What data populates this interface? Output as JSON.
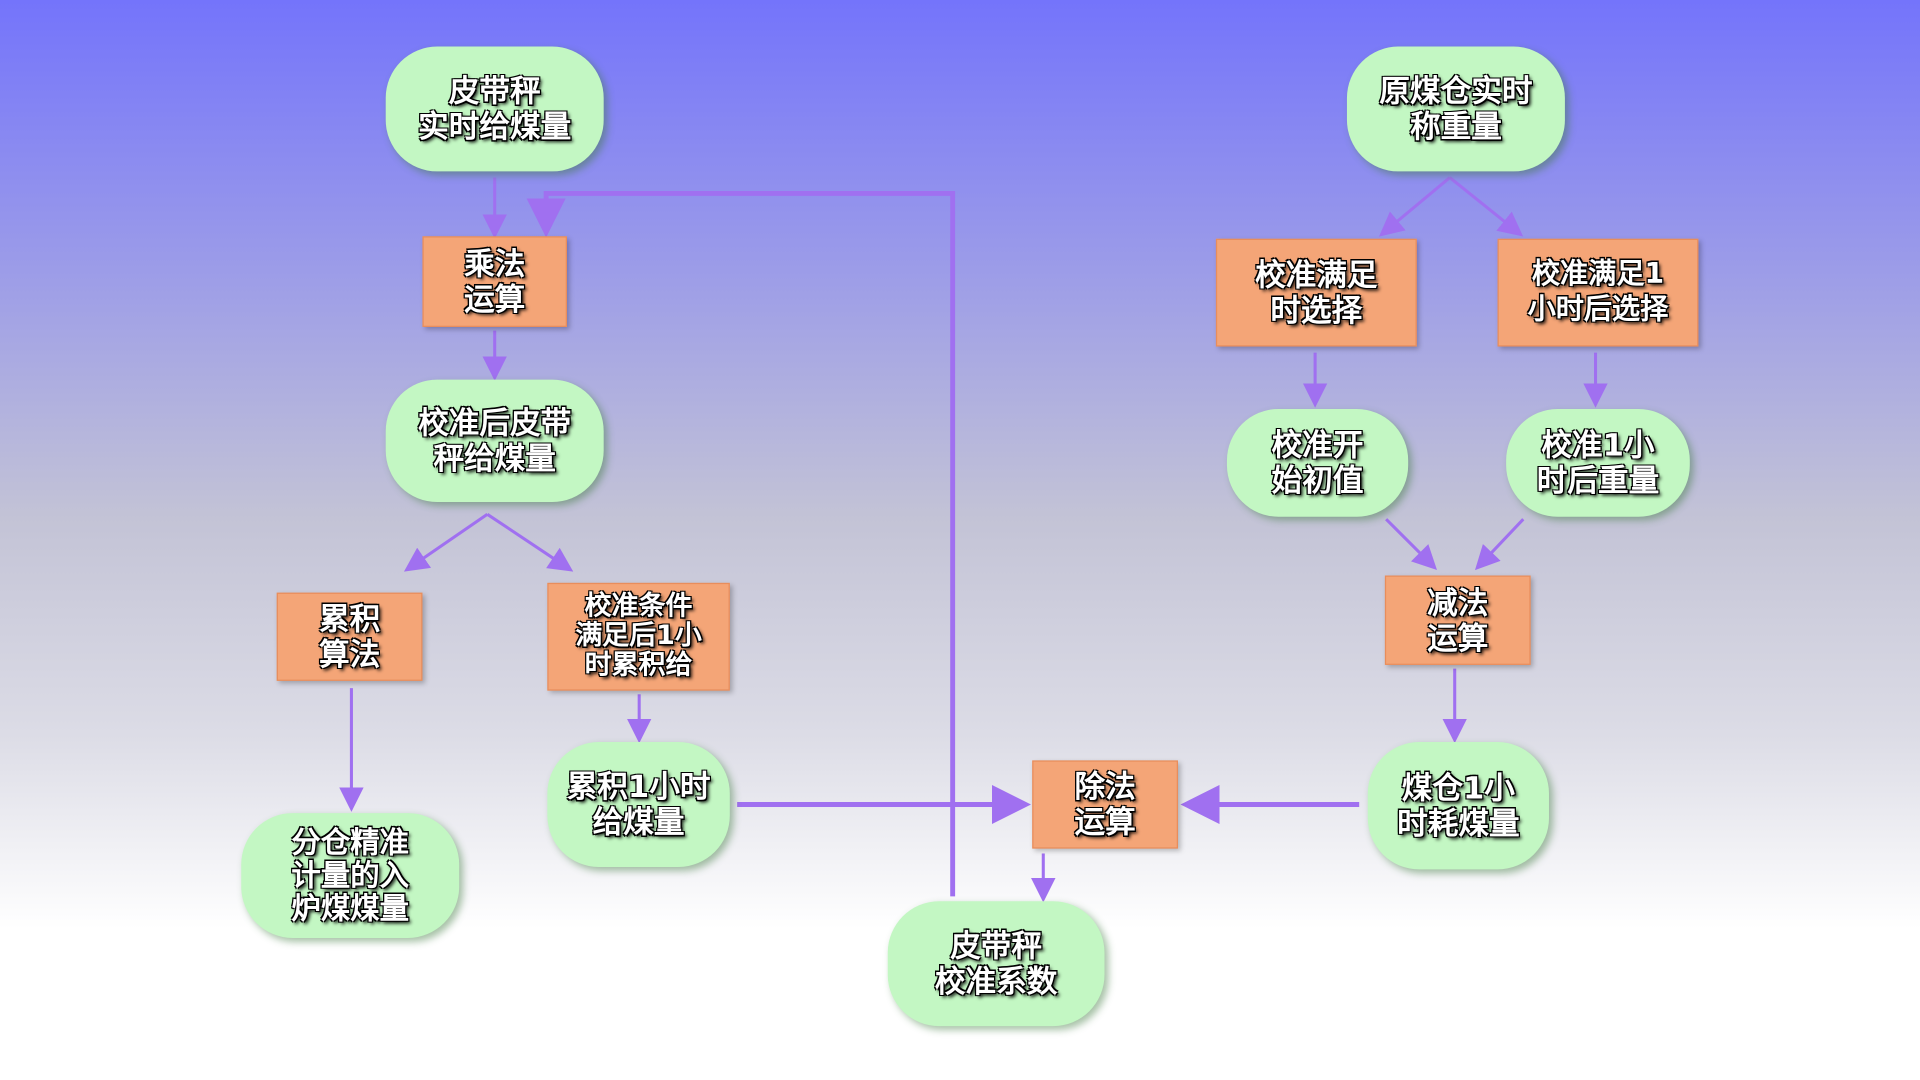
{
  "nodes": {
    "belt_realtime": "皮带秤\n实时给煤量",
    "multiply": "乘法\n运算",
    "calibrated_belt": "校准后皮带\n秤给煤量",
    "accumulate": "累积\n算法",
    "calib_1h_accum": "校准条件\n满足后1小\n时累积给",
    "bin_precise": "分仓精准\n计量的入\n炉煤煤量",
    "accum_1h": "累积1小时\n给煤量",
    "divide": "除法\n运算",
    "belt_coeff": "皮带秤\n校准系数",
    "bunker_weight": "原煤仓实时\n称重量",
    "select_on_calib": "校准满足\n时选择",
    "select_after_1h": "校准满足1\n小时后选择",
    "initial_value": "校准开\n始初值",
    "weight_after_1h": "校准1小\n时后重量",
    "subtract": "减法\n运算",
    "bunker_1h_consumption": "煤仓1小\n时耗煤量"
  },
  "colors": {
    "process": "#c3f7c3",
    "operation": "#f4a577",
    "arrow": "#a070f0"
  }
}
